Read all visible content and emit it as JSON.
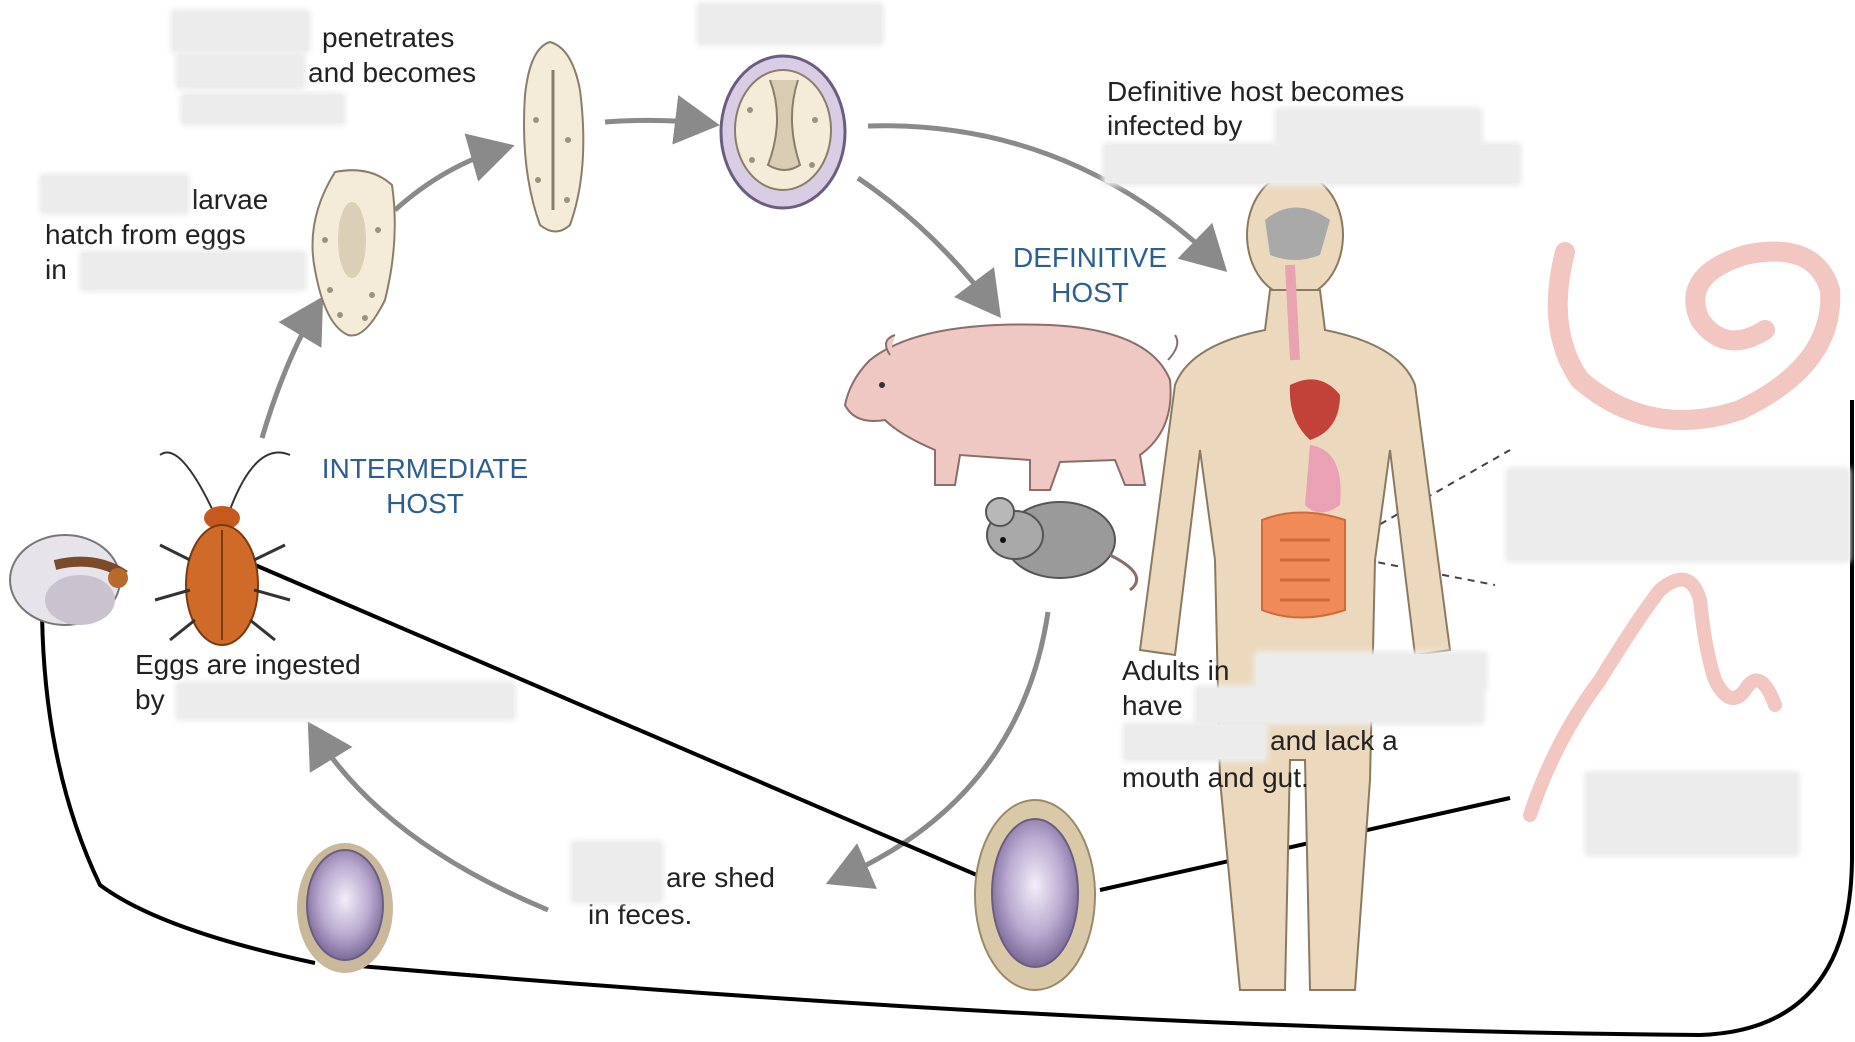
{
  "labels": {
    "penetrates": "penetrates",
    "and_becomes": "and becomes",
    "larvae": "larvae",
    "hatch_from_eggs": "hatch from eggs",
    "in": "in",
    "definitive_host_becomes": "Definitive host becomes",
    "infected_by": "infected by",
    "eggs_ingested": "Eggs are ingested",
    "by": "by",
    "adults_in": "Adults in",
    "have": "have",
    "and_lack_a": "and lack a",
    "mouth_and_gut": "mouth and gut.",
    "are_shed": "are shed",
    "in_feces": "in feces."
  },
  "hosts": {
    "intermediate_line1": "INTERMEDIATE",
    "intermediate_line2": "HOST",
    "definitive_line1": "DEFINITIVE",
    "definitive_line2": "HOST"
  },
  "colors": {
    "host_label": "#2c5f8f",
    "arrow": "#8a8a8a",
    "leader_line": "#000000",
    "worm": "#f2c7c2",
    "egg_shell": "#c9b89a",
    "egg_inner": "#9a86b8",
    "pig": "#efc7c3",
    "human_skin": "#ecd9bd"
  }
}
